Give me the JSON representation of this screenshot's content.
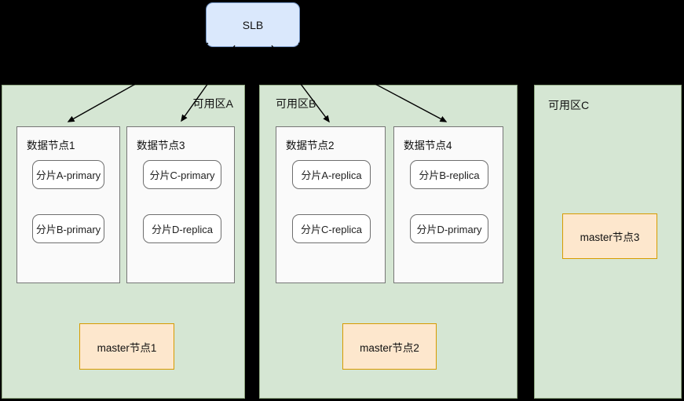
{
  "slb": {
    "label": "SLB"
  },
  "zones": [
    {
      "label": "可用区A",
      "data_nodes": [
        {
          "title": "数据节点1",
          "shards": [
            "分片A-primary",
            "分片B-primary"
          ]
        },
        {
          "title": "数据节点3",
          "shards": [
            "分片C-primary",
            "分片D-replica"
          ]
        }
      ],
      "master": {
        "label": "master节点1"
      }
    },
    {
      "label": "可用区B",
      "data_nodes": [
        {
          "title": "数据节点2",
          "shards": [
            "分片A-replica",
            "分片C-replica"
          ]
        },
        {
          "title": "数据节点4",
          "shards": [
            "分片B-replica",
            "分片D-primary"
          ]
        }
      ],
      "master": {
        "label": "master节点2"
      }
    },
    {
      "label": "可用区C",
      "data_nodes": [],
      "master": {
        "label": "master节点3"
      }
    }
  ],
  "colors": {
    "background": "#000000",
    "zone_fill": "#d5e6d3",
    "zone_border": "#91aa82",
    "data_node_fill": "#fafafa",
    "data_node_border": "#767676",
    "shard_fill": "#ffffff",
    "shard_border": "#6e6e6e",
    "master_fill": "#fde7cd",
    "master_border": "#d79b00",
    "slb_fill": "#dae8fc",
    "slb_border": "#7394c4",
    "edge": "#000000"
  }
}
